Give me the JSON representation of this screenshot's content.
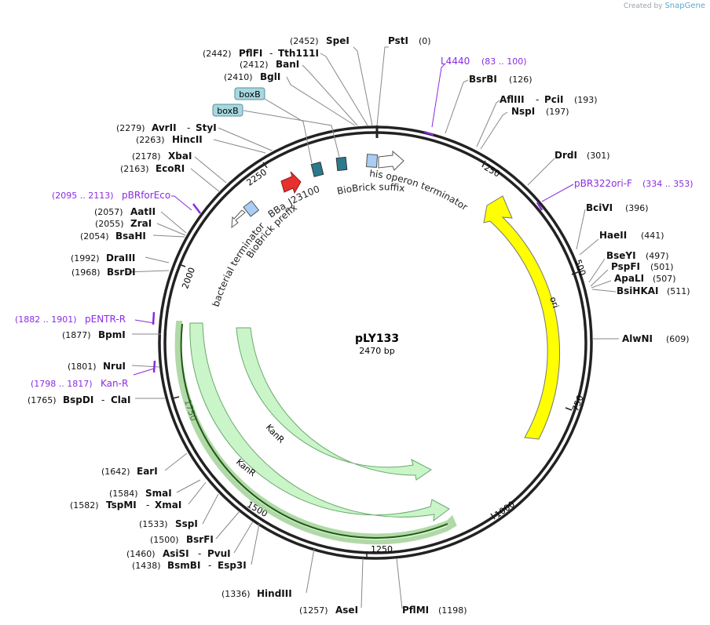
{
  "credit": {
    "prefix": "Created by",
    "brand": "SnapGene"
  },
  "plasmid": {
    "name": "pLY133",
    "size_label": "2470 bp",
    "length": 2470
  },
  "colors": {
    "ori": "#ffff00",
    "kan": "#c9f5c9",
    "primer": "#8a2be2",
    "promoter": "#e8312c",
    "terminator": "#2b7a8c",
    "misc": "#a9cdf5"
  },
  "ticks": [
    "250",
    "500",
    "750",
    "1000",
    "1250",
    "1500",
    "1750",
    "2000",
    "2250"
  ],
  "enzymes": [
    {
      "pos": "(2452)",
      "name": "SpeI"
    },
    {
      "pos": "(0)",
      "name": "PstI"
    },
    {
      "pos": "(2442)",
      "name": "PflFI",
      "name2": "Tth111I"
    },
    {
      "pos": "(2412)",
      "name": "BanI"
    },
    {
      "pos": "(2410)",
      "name": "BglI"
    },
    {
      "pos": "(126)",
      "name": "BsrBI"
    },
    {
      "pos": "(193)",
      "name": "AflIII",
      "name2": "PciI"
    },
    {
      "pos": "(197)",
      "name": "NspI"
    },
    {
      "pos": "(2279)",
      "name": "AvrII",
      "name2": "StyI"
    },
    {
      "pos": "(2263)",
      "name": "HincII"
    },
    {
      "pos": "(301)",
      "name": "DrdI"
    },
    {
      "pos": "(2178)",
      "name": "XbaI"
    },
    {
      "pos": "(2163)",
      "name": "EcoRI"
    },
    {
      "pos": "(396)",
      "name": "BciVI"
    },
    {
      "pos": "(2057)",
      "name": "AatII"
    },
    {
      "pos": "(2055)",
      "name": "ZraI"
    },
    {
      "pos": "(2054)",
      "name": "BsaHI"
    },
    {
      "pos": "(441)",
      "name": "HaeII"
    },
    {
      "pos": "(497)",
      "name": "BseYI"
    },
    {
      "pos": "(501)",
      "name": "PspFI"
    },
    {
      "pos": "(507)",
      "name": "ApaLI"
    },
    {
      "pos": "(511)",
      "name": "BsiHKAI"
    },
    {
      "pos": "(1992)",
      "name": "DraIII"
    },
    {
      "pos": "(1968)",
      "name": "BsrDI"
    },
    {
      "pos": "(609)",
      "name": "AlwNI"
    },
    {
      "pos": "(1877)",
      "name": "BpmI"
    },
    {
      "pos": "(1801)",
      "name": "NruI"
    },
    {
      "pos": "(1765)",
      "name": "BspDI",
      "name2": "ClaI"
    },
    {
      "pos": "(1642)",
      "name": "EarI"
    },
    {
      "pos": "(1584)",
      "name": "SmaI"
    },
    {
      "pos": "(1582)",
      "name": "TspMI",
      "name2": "XmaI"
    },
    {
      "pos": "(1533)",
      "name": "SspI"
    },
    {
      "pos": "(1500)",
      "name": "BsrFI"
    },
    {
      "pos": "(1460)",
      "name": "AsiSI",
      "name2": "PvuI"
    },
    {
      "pos": "(1438)",
      "name": "BsmBI",
      "name2": "Esp3I"
    },
    {
      "pos": "(1336)",
      "name": "HindIII"
    },
    {
      "pos": "(1257)",
      "name": "AseI"
    },
    {
      "pos": "(1198)",
      "name": "PflMI"
    }
  ],
  "primers": [
    {
      "name": "L4440",
      "range": "(83 .. 100)"
    },
    {
      "name": "pBR322ori-F",
      "range": "(334 .. 353)"
    },
    {
      "name": "pBRforEco",
      "range": "(2095 .. 2113)"
    },
    {
      "name": "pENTR-R",
      "range": "(1882 .. 1901)"
    },
    {
      "name": "Kan-R",
      "range": "(1798 .. 1817)"
    }
  ],
  "features": {
    "boxB_1": "boxB",
    "boxB_2": "boxB",
    "his_term": "his operon terminator",
    "biobrick_suffix": "BioBrick suffix",
    "bba": "BBa_J23100",
    "biobrick_prefix": "BioBrick prefix",
    "bact_term": "bacterial terminator",
    "ori": "ori",
    "kanr_inner": "KanR",
    "kanr_outer": "KanR"
  }
}
